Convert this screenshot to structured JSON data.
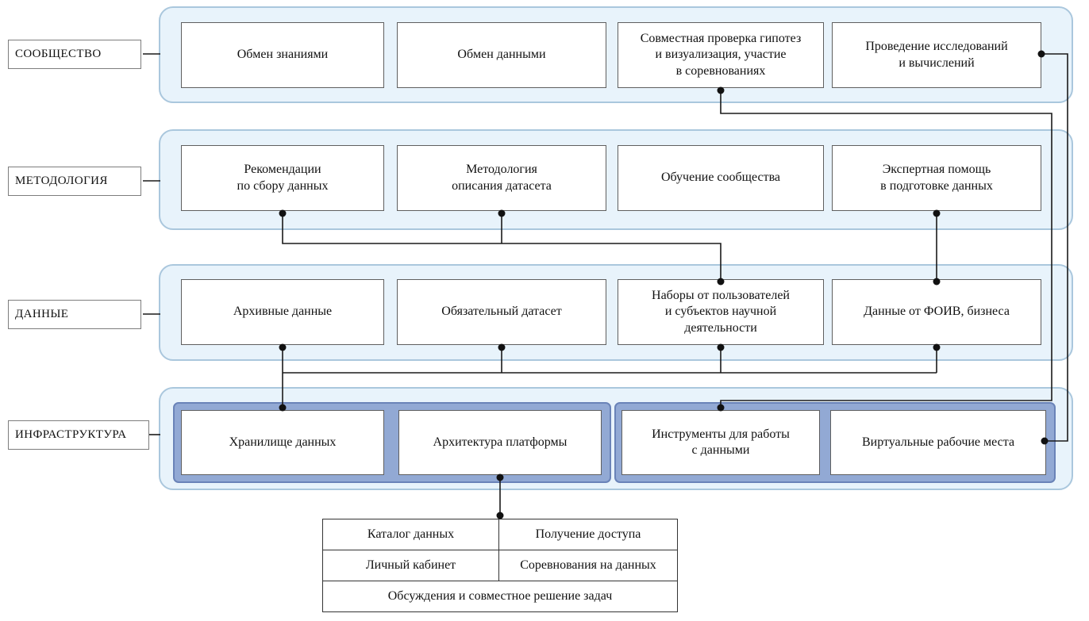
{
  "diagram": {
    "layers": [
      {
        "label": "СООБЩЕСТВО",
        "boxes": [
          "Обмен знаниями",
          "Обмен данными",
          "Совместная проверка гипотез\nи визуализация, участие\nв соревнованиях",
          "Проведение исследований\nи вычислений"
        ]
      },
      {
        "label": "МЕТОДОЛОГИЯ",
        "boxes": [
          "Рекомендации\nпо сбору данных",
          "Методология\nописания датасета",
          "Обучение сообщества",
          "Экспертная помощь\nв подготовке данных"
        ]
      },
      {
        "label": "ДАННЫЕ",
        "boxes": [
          "Архивные данные",
          "Обязательный датасет",
          "Наборы от пользователей\nи субъектов научной\nдеятельности",
          "Данные от ФОИВ, бизнеса"
        ]
      },
      {
        "label": "ИНФРАСТРУКТУРА",
        "boxes": [
          "Хранилище данных",
          "Архитектура платформы",
          "Инструменты для работы\nс данными",
          "Виртуальные рабочие места"
        ]
      }
    ],
    "table": {
      "rows": [
        [
          "Каталог данных",
          "Получение доступа"
        ],
        [
          "Личный кабинет",
          "Соревнования на данных"
        ],
        [
          "Обсуждения и совместное решение задач"
        ]
      ]
    },
    "colors": {
      "layer_bg": "#e8f3fb",
      "layer_border": "#aac7dd",
      "infra_bg": "#92a9d4",
      "infra_border": "#6a83b8",
      "line": "#1a1a1a"
    }
  }
}
